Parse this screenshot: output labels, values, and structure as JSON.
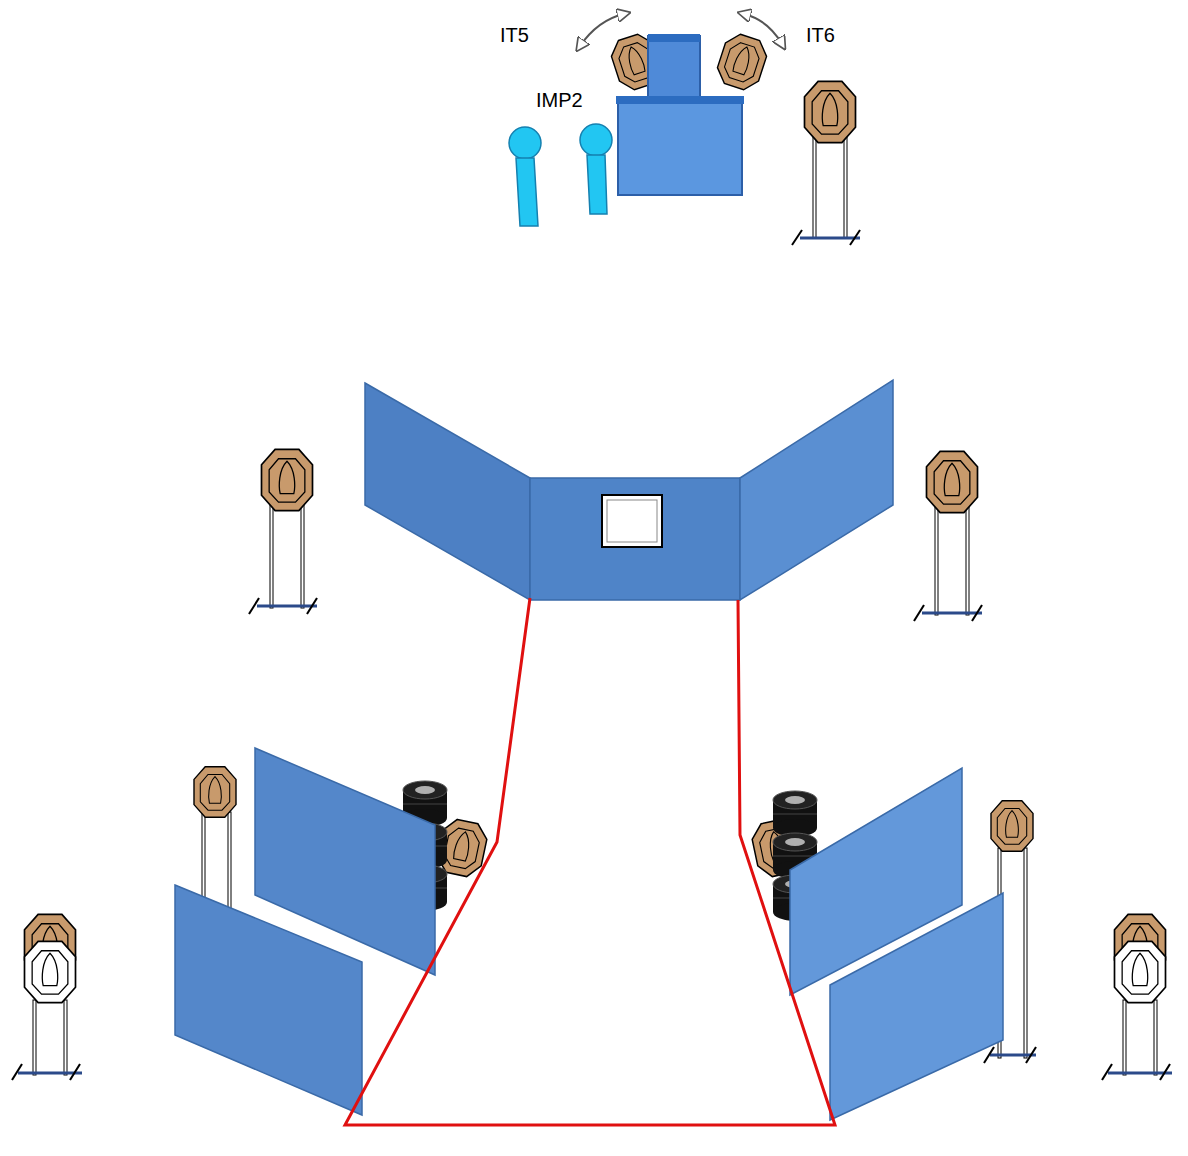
{
  "diagram": {
    "labels": [
      "IT5",
      "IT6",
      "IMP2"
    ]
  }
}
